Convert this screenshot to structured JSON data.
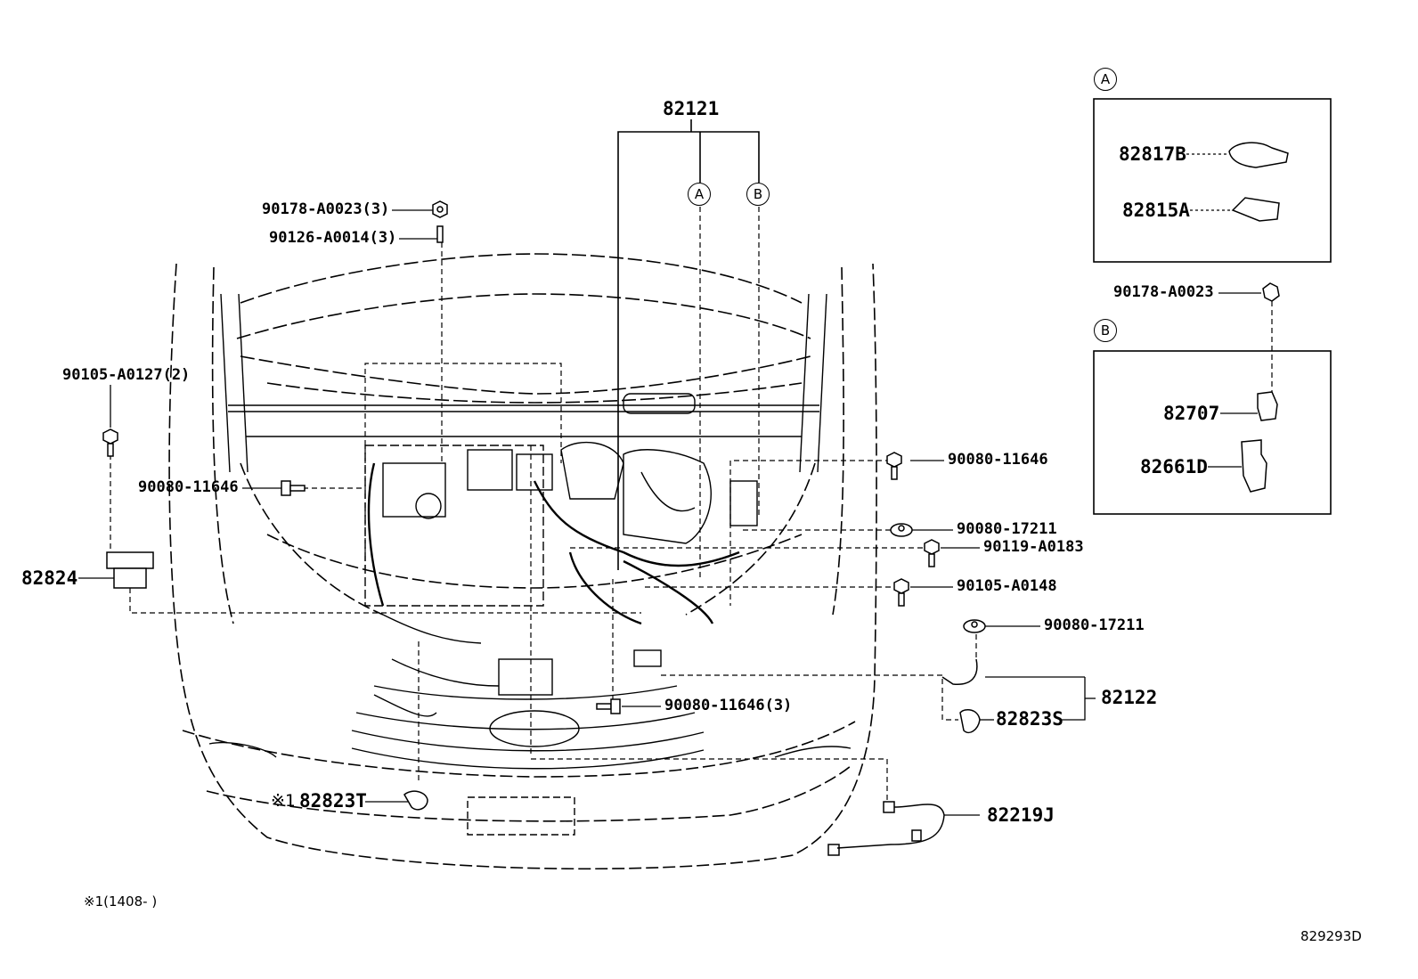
{
  "callouts": {
    "main_harness": "82121",
    "bolt_a": "90178-A0023(3)",
    "stud": "90126-A0014(3)",
    "bolt_left": "90105-A0127(2)",
    "bolt_90080_left": "90080-11646",
    "connector_82824": "82824",
    "bolt_90080_right": "90080-11646",
    "nut_17211_a": "90080-17211",
    "clip_0183": "90119-A0183",
    "bolt_0148": "90105-A0148",
    "nut_17211_b": "90080-17211",
    "sub_harness": "82122",
    "part_82823s": "82823S",
    "bolt_bottom": "90080-11646(3)",
    "note_mark": "※1",
    "part_82823t": "82823T",
    "wire_82219j": "82219J"
  },
  "detail_a": {
    "marker": "A",
    "item1": "82817B",
    "item2": "82815A"
  },
  "detail_b": {
    "marker": "B",
    "nut": "90178-A0023",
    "item1": "82707",
    "item2": "82661D"
  },
  "markers": {
    "a": "A",
    "b": "B"
  },
  "footnote": "※1(1408-    )",
  "drawing_number": "829293D"
}
